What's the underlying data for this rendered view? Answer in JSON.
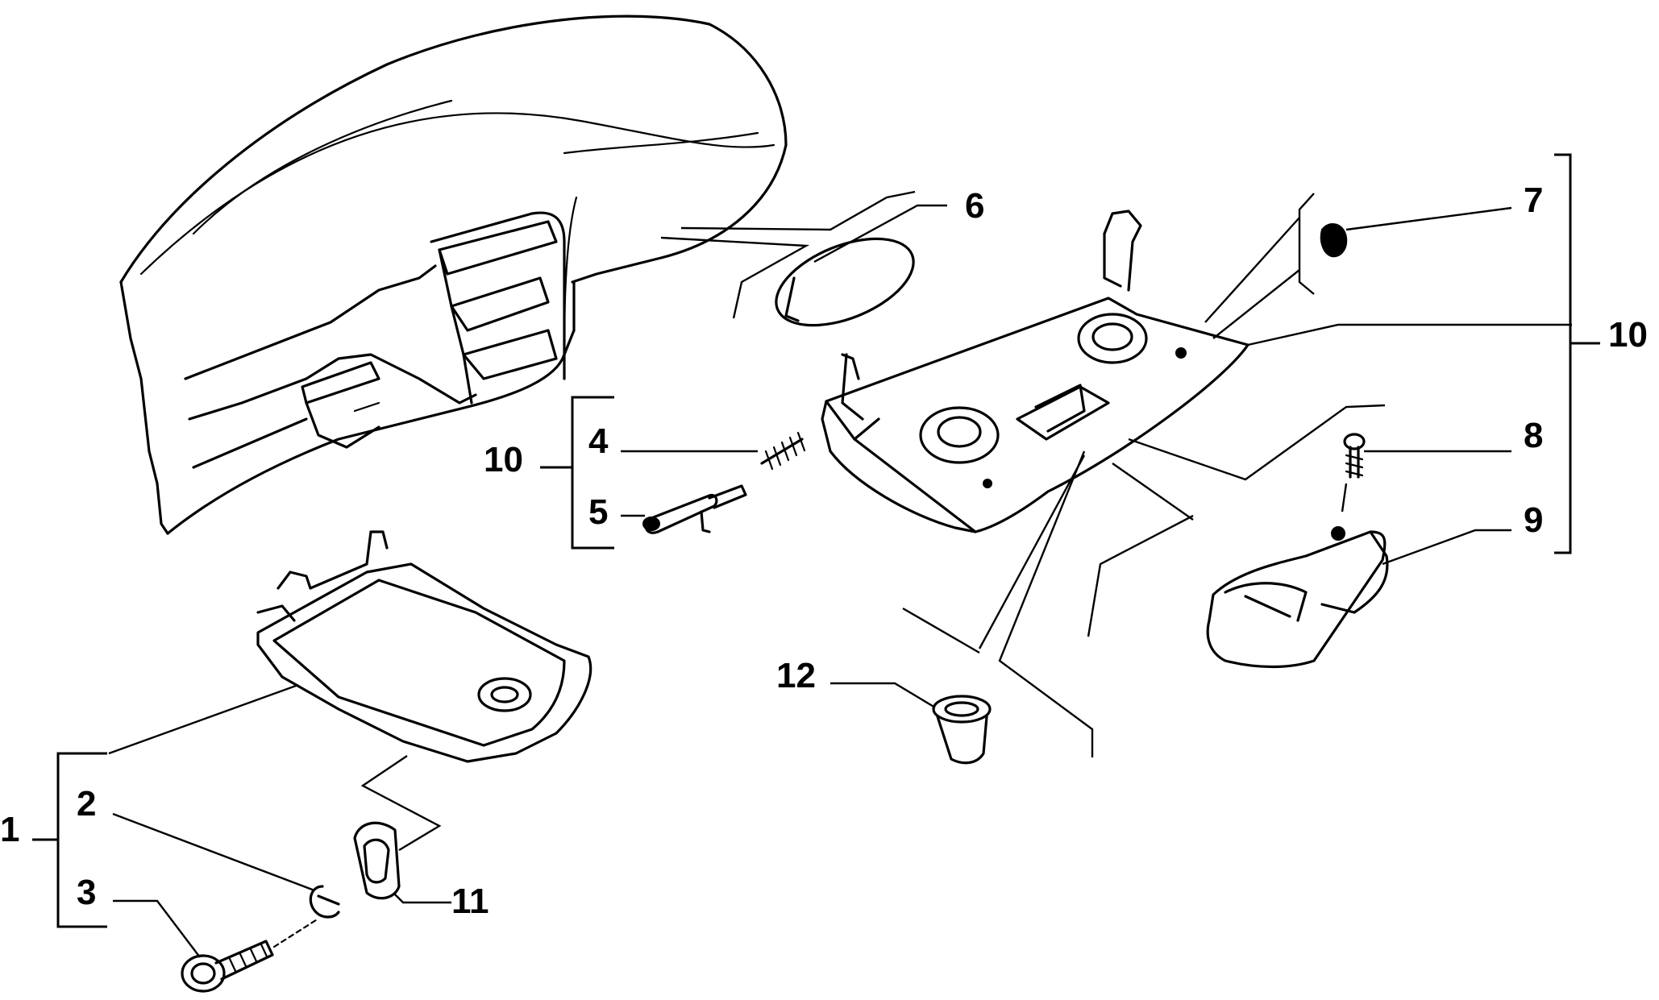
{
  "callouts": {
    "c1": "1",
    "c2": "2",
    "c3": "3",
    "c4": "4",
    "c5": "5",
    "c6": "6",
    "c7": "7",
    "c8": "8",
    "c9": "9",
    "c10_left": "10",
    "c10_right": "10",
    "c11": "11",
    "c12": "12"
  },
  "icons": {
    "dashboard": "dashboard-icon",
    "glovebox_lid": "glovebox-lid-icon",
    "latch_tray": "latch-tray-icon"
  }
}
